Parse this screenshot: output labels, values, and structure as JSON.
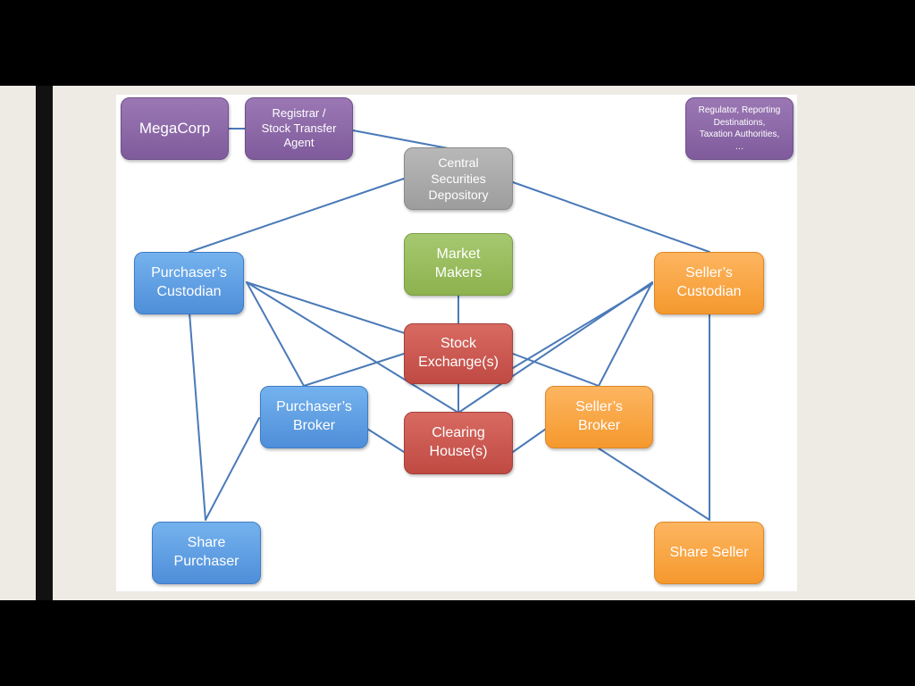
{
  "nodes": {
    "megacorp": "MegaCorp",
    "registrar": [
      "Registrar /",
      "Stock Transfer",
      "Agent"
    ],
    "regulator": [
      "Regulator, Reporting",
      "Destinations,",
      "Taxation Authorities,",
      "…"
    ],
    "csd": [
      "Central",
      "Securities",
      "Depository"
    ],
    "market_makers": [
      "Market",
      "Makers"
    ],
    "purchasers_custodian": [
      "Purchaser’s",
      "Custodian"
    ],
    "sellers_custodian": [
      "Seller’s",
      "Custodian"
    ],
    "stock_exchange": [
      "Stock",
      "Exchange(s)"
    ],
    "purchasers_broker": [
      "Purchaser’s",
      "Broker"
    ],
    "sellers_broker": [
      "Seller’s",
      "Broker"
    ],
    "clearing_house": [
      "Clearing",
      "House(s)"
    ],
    "share_purchaser": [
      "Share",
      "Purchaser"
    ],
    "share_seller": "Share Seller"
  },
  "colors": {
    "purple": "#8a66a8",
    "grey": "#a8a8a8",
    "green": "#96bb5a",
    "blue": "#5b9be1",
    "orange": "#f7a23c",
    "red": "#c9554d",
    "connector": "#4a7ab8"
  }
}
